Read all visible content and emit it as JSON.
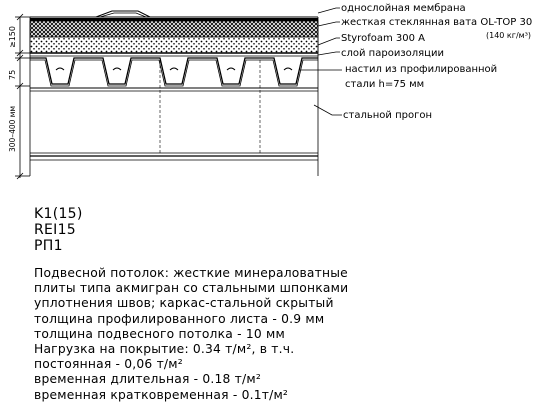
{
  "labels": {
    "membrane": "однослойная мембрана",
    "wool": "жесткая стеклянная вата OL-TOP 30",
    "wool_density": "(140 кг/м³)",
    "styrofoam": "Styrofoam 300 A",
    "vapor": "слой пароизоляции",
    "deck_1": "настил из профилированной",
    "deck_2": "стали h=75 мм",
    "purlin": "стальной прогон"
  },
  "dimensions": {
    "top": "≥150",
    "mid": "75",
    "bottom": "300–400 мм"
  },
  "codes": [
    "K1(15)",
    "REI15",
    "РП1"
  ],
  "description": [
    "Подвесной потолок: жесткие минераловатные",
    "плиты типа акмигран со стальными шпонками",
    "уплотнения швов; каркас-стальной скрытый",
    "толщина профилированного листа - 0.9 мм",
    "толщина подвесного потолка - 10 мм",
    "Нагрузка на покрытие: 0.34 т/м², в т.ч.",
    "постоянная - 0,06 т/м²",
    "временная длительная - 0.18 т/м²",
    "временная кратковременная - 0.1т/м²"
  ]
}
